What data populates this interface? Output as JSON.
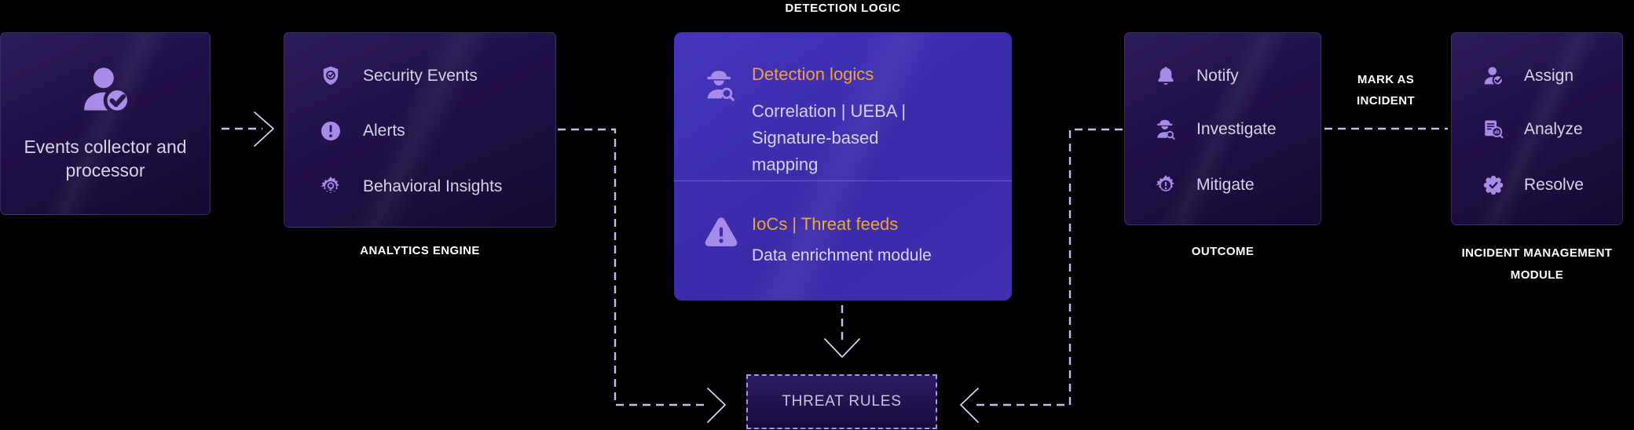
{
  "colors": {
    "background": "#000000",
    "dark_box": "#211149",
    "detection_box": "#3A2BAA",
    "accent_orange": "#F0A236",
    "icon_purple": "#A78BE8",
    "connector": "#C9BAF1",
    "body_text": "#D6D2E4",
    "label_text": "#FFFFFF"
  },
  "nodes": {
    "events": {
      "title": "Events collector and processor"
    },
    "analytics": {
      "label": "ANALYTICS ENGINE",
      "items": [
        {
          "icon": "shield-check-icon",
          "text": "Security Events"
        },
        {
          "icon": "alert-circle-icon",
          "text": "Alerts"
        },
        {
          "icon": "gear-bulb-icon",
          "text": "Behavioral Insights"
        }
      ]
    },
    "detection": {
      "label": "DETECTION LOGIC",
      "sections": [
        {
          "icon": "detective-icon",
          "heading": "Detection logics",
          "body": "Correlation | UEBA |\nSignature-based\nmapping"
        },
        {
          "icon": "warning-triangle-icon",
          "heading": "IoCs | Threat feeds",
          "body": "Data enrichment module"
        }
      ]
    },
    "outcome": {
      "label": "OUTCOME",
      "items": [
        {
          "icon": "bell-icon",
          "text": "Notify"
        },
        {
          "icon": "detective-icon",
          "text": "Investigate"
        },
        {
          "icon": "gear-alert-icon",
          "text": "Mitigate"
        }
      ]
    },
    "incident": {
      "label": "INCIDENT MANAGEMENT MODULE",
      "items": [
        {
          "icon": "user-check-icon",
          "text": "Assign"
        },
        {
          "icon": "document-magnifier-icon",
          "text": "Analyze"
        },
        {
          "icon": "badge-check-icon",
          "text": "Resolve"
        }
      ]
    },
    "threat_rules": {
      "label": "THREAT RULES"
    }
  },
  "connectors": {
    "mark_as_incident": "MARK AS INCIDENT"
  }
}
